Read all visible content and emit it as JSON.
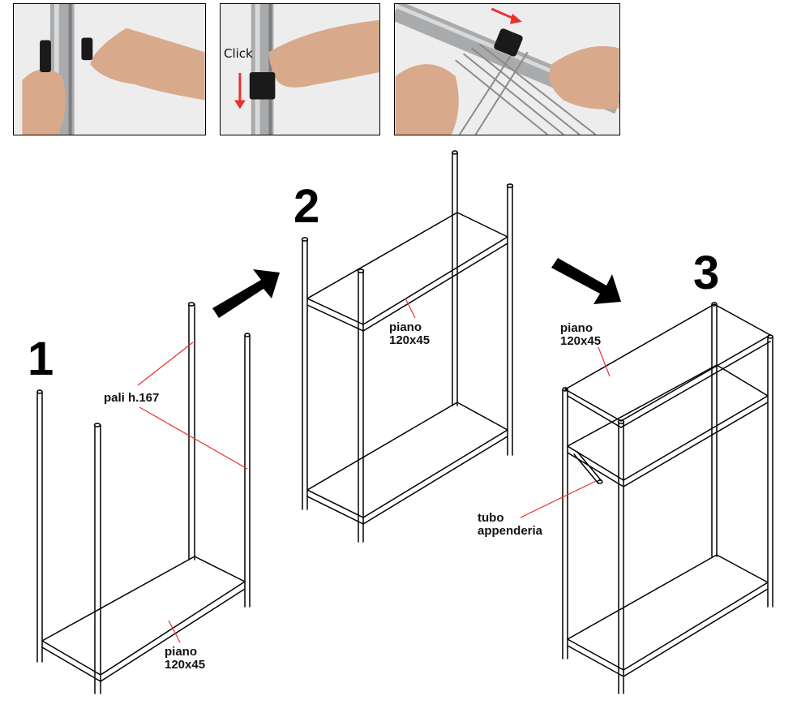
{
  "photos": {
    "click_text": "Click"
  },
  "steps": {
    "one": {
      "number": "1"
    },
    "two": {
      "number": "2"
    },
    "three": {
      "number": "3"
    }
  },
  "labels": {
    "pali": "pali h.167",
    "piano_line1": "piano",
    "piano_line2": "120x45",
    "tubo_line1": "tubo",
    "tubo_line2": "appenderia"
  },
  "colors": {
    "leader": "#e8312d",
    "ink": "#000000",
    "metal": "#a9aaac",
    "skin": "#d9a98c",
    "clip": "#1a1a1a",
    "arrow_red": "#e8312d"
  },
  "icons": {
    "step_arrows": "arrow-icon",
    "push_arrow": "arrow-down-icon"
  }
}
